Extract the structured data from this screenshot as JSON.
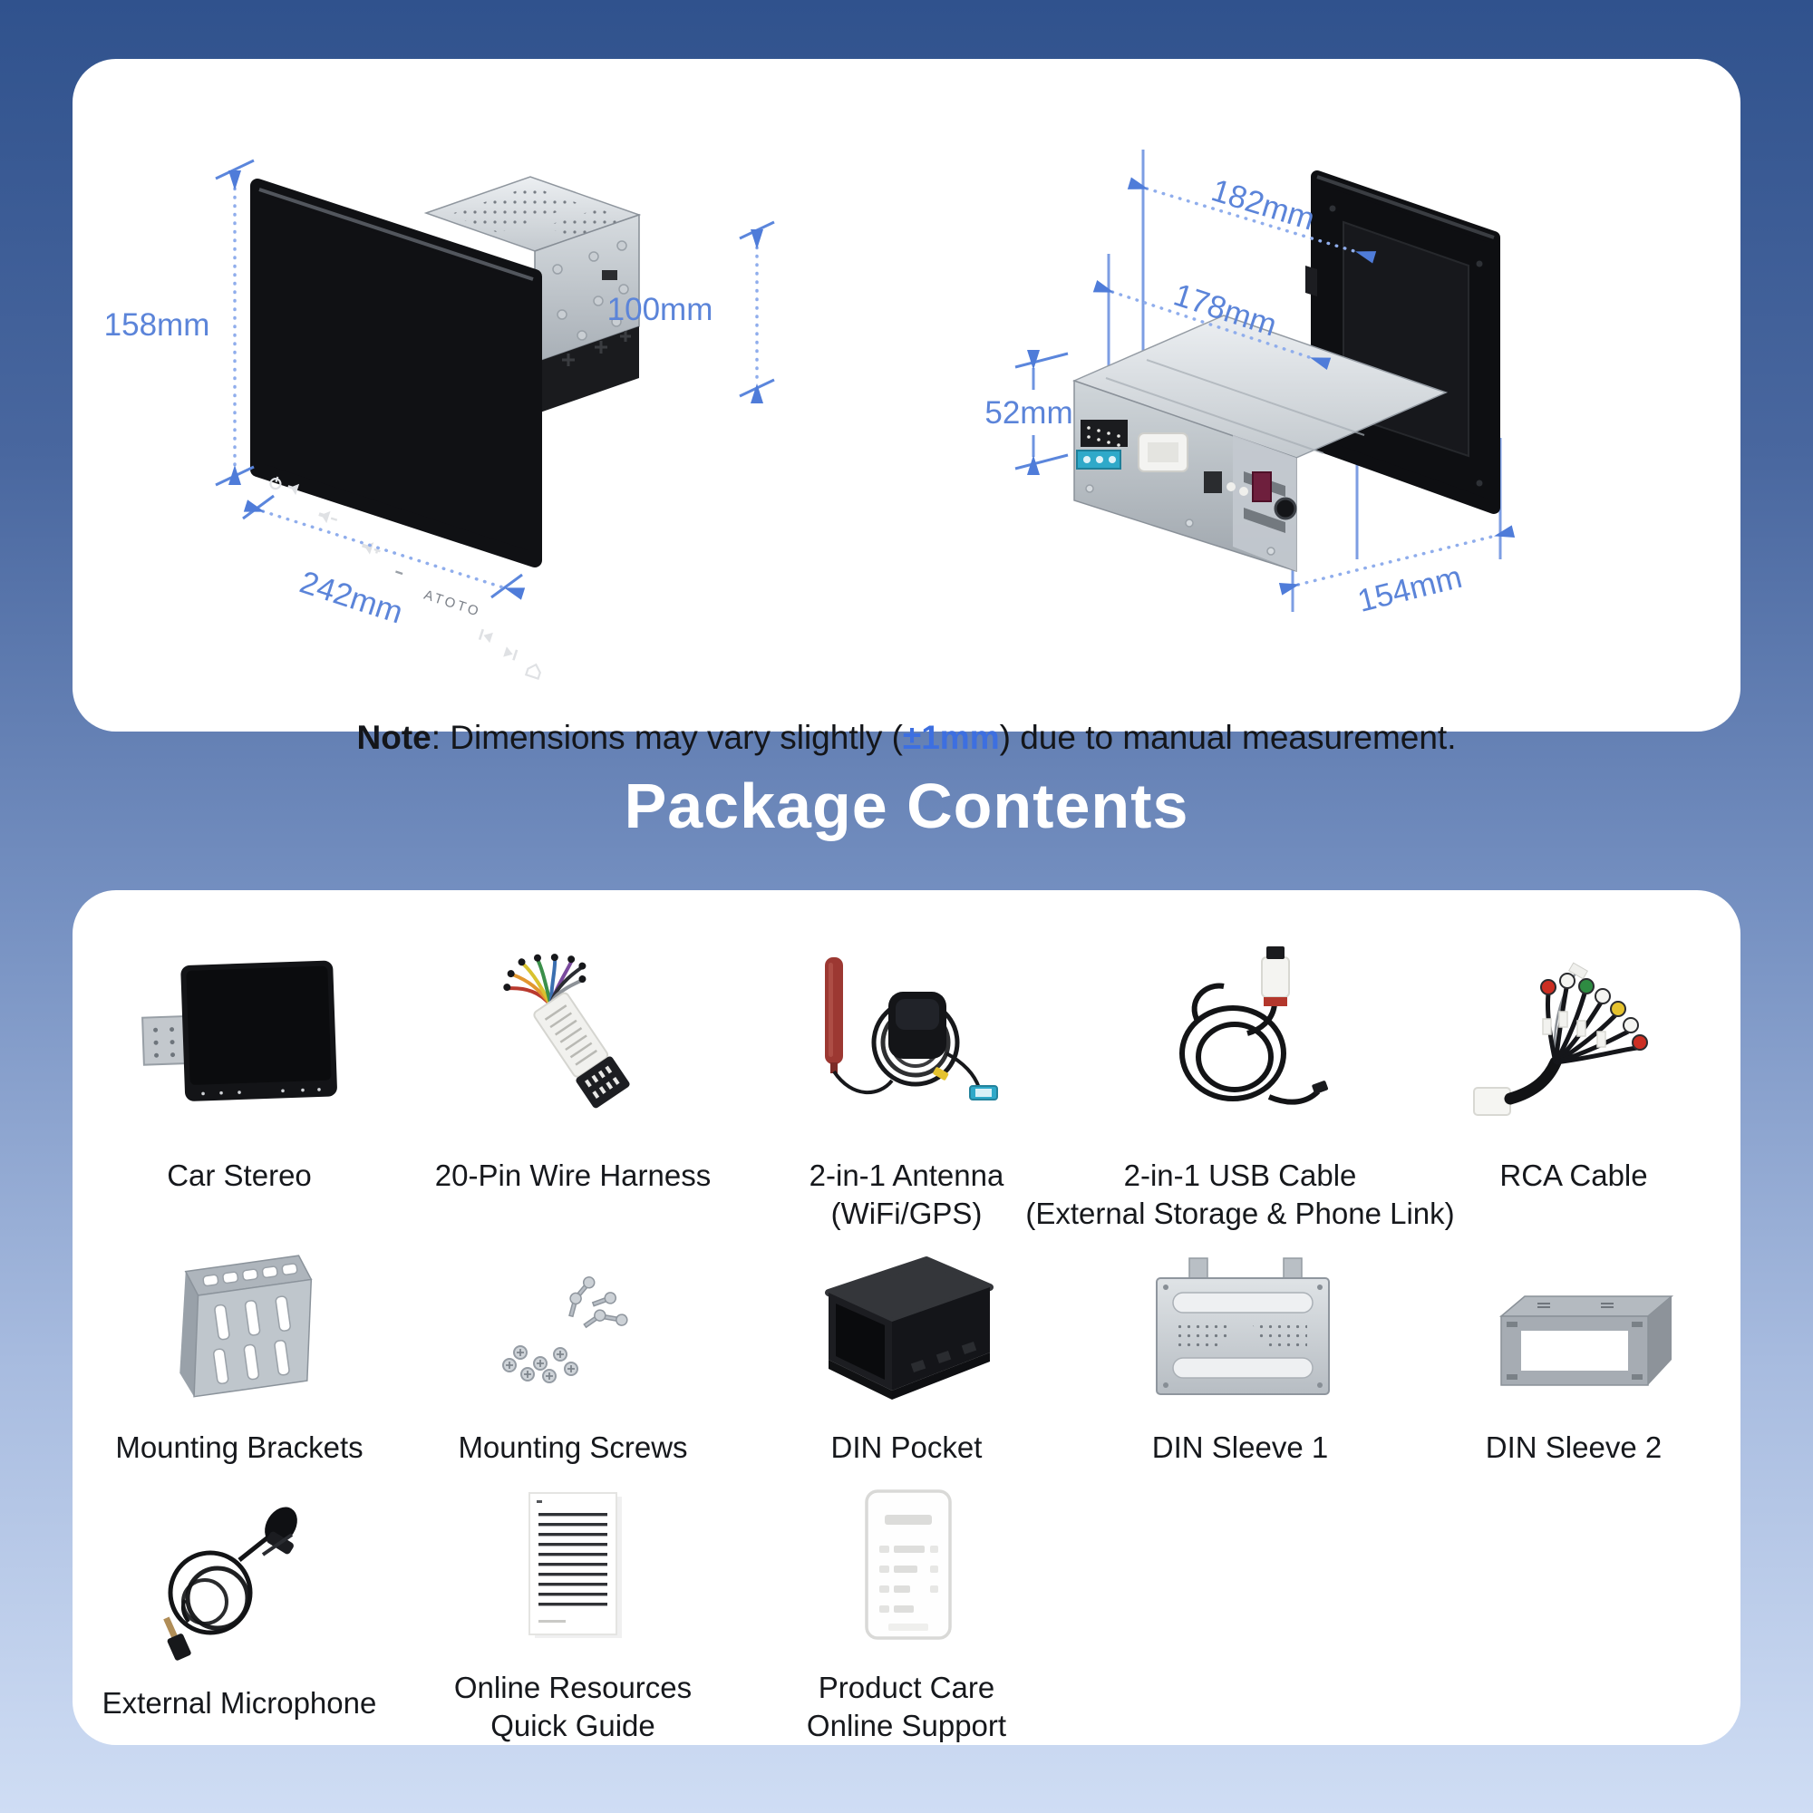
{
  "dimensions_card": {
    "front_view": {
      "height": "158mm",
      "depth": "100mm",
      "width": "242mm",
      "brand": "ATOTO"
    },
    "rear_view": {
      "panel_width": "182mm",
      "chassis_width": "178mm",
      "chassis_height": "52mm",
      "opening_width": "154mm"
    },
    "note": {
      "label": "Note",
      "text_before": ": Dimensions may vary slightly (",
      "highlight": "±1mm",
      "text_after": ") due to manual measurement."
    }
  },
  "section_title": "Package Contents",
  "package_items": [
    {
      "id": "car-stereo",
      "line1": "Car Stereo",
      "line2": ""
    },
    {
      "id": "wire-harness",
      "line1": "20-Pin Wire Harness",
      "line2": ""
    },
    {
      "id": "antenna",
      "line1": "2-in-1 Antenna",
      "line2": "(WiFi/GPS)"
    },
    {
      "id": "usb-cable",
      "line1": "2-in-1 USB Cable",
      "line2": "(External Storage & Phone Link)"
    },
    {
      "id": "rca-cable",
      "line1": "RCA Cable",
      "line2": ""
    },
    {
      "id": "mounting-brackets",
      "line1": "Mounting Brackets",
      "line2": ""
    },
    {
      "id": "mounting-screws",
      "line1": "Mounting Screws",
      "line2": ""
    },
    {
      "id": "din-pocket",
      "line1": "DIN Pocket",
      "line2": ""
    },
    {
      "id": "din-sleeve-1",
      "line1": "DIN Sleeve 1",
      "line2": ""
    },
    {
      "id": "din-sleeve-2",
      "line1": "DIN Sleeve 2",
      "line2": ""
    },
    {
      "id": "external-microphone",
      "line1": "External Microphone",
      "line2": ""
    },
    {
      "id": "quick-guide",
      "line1": "Online Resources",
      "line2": "Quick Guide"
    },
    {
      "id": "product-care",
      "line1": "Product Care",
      "line2": "Online Support"
    }
  ],
  "colors": {
    "dimension_text": "#5b84d9",
    "arrow_blue": "#4f7cd9",
    "note_highlight": "#3d6fe0",
    "background_top": "#30528d",
    "background_bottom": "#cfddf4",
    "card": "#ffffff"
  }
}
